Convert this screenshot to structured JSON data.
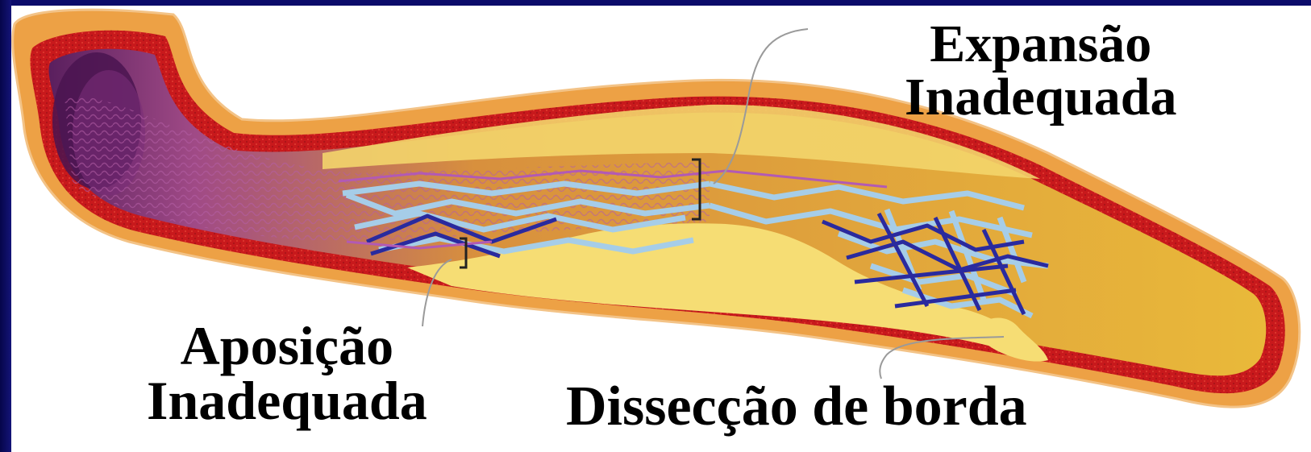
{
  "labels": {
    "expansion": {
      "line1": "Expansão",
      "line2": "Inadequada"
    },
    "apposition": {
      "line1": "Aposição",
      "line2": "Inadequada"
    },
    "dissection": {
      "line1": "Dissecção de borda"
    }
  },
  "colors": {
    "background": "#ffffff",
    "frame": "#0b0b6a",
    "vessel_wall_outer": "#e8982f",
    "vessel_wall_red": "#c8191c",
    "lumen_fill": "#e8bc3e",
    "plaque_fill": "#f6dd74",
    "stent_strut": "#a6cde8",
    "stent_dark_strut": "#2a2a9e",
    "mesh_purple": "#9a3c9c"
  }
}
